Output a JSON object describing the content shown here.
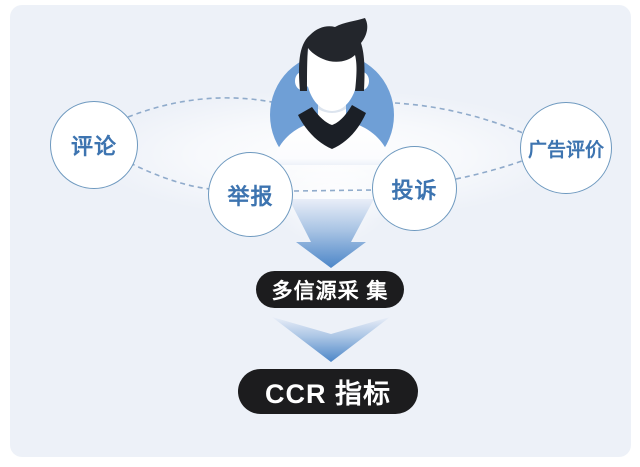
{
  "page": {
    "background": "#ffffff",
    "panel_background": "#edf1f8"
  },
  "diagram": {
    "avatar": {
      "name": "user-avatar",
      "circle_color": "#6f9fd6",
      "hair_color": "#23262c",
      "shirt_color": "#ffffff",
      "collar_color": "#1b1f26"
    },
    "sources": [
      {
        "id": "comments",
        "label": "评论"
      },
      {
        "id": "reports",
        "label": "举报"
      },
      {
        "id": "complaints",
        "label": "投诉"
      },
      {
        "id": "ad-evaluation",
        "label": "广告评价"
      }
    ],
    "stages": [
      {
        "id": "multi-source-collection",
        "label": "多信源采 集"
      },
      {
        "id": "ccr-indicator",
        "label": "CCR 指标"
      }
    ],
    "colors": {
      "circle_border": "#6e99bf",
      "source_text": "#3d74b0",
      "stage_background": "#1c1c1e",
      "stage_text": "#ffffff",
      "arrow_light": "#e9eef8",
      "arrow_mid": "#a9c4e4",
      "arrow_dark": "#4c86c8",
      "dash_line": "#8aa6c8"
    }
  }
}
